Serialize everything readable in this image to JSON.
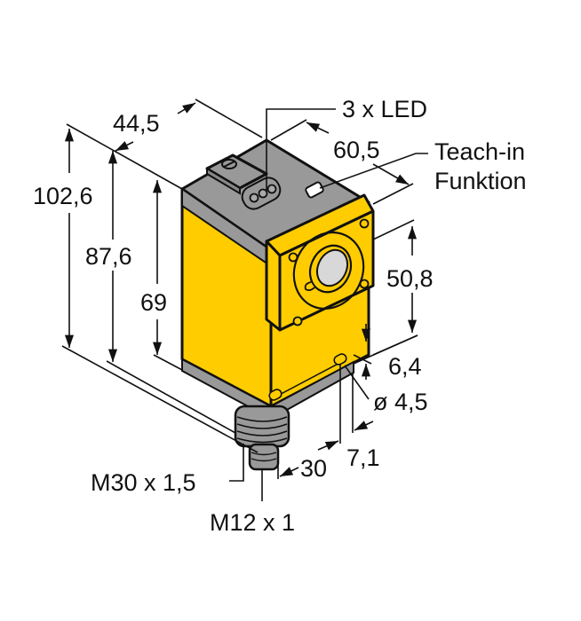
{
  "diagram": {
    "title": "Sensor dimension drawing",
    "colors": {
      "housing_yellow": "#FFCC00",
      "housing_gray": "#999999",
      "lens_gray": "#D8D8D8",
      "outline": "#111111",
      "background": "#FFFFFF"
    },
    "dimensions": {
      "width": "44,5",
      "total_height": "102,6",
      "height_87": "87,6",
      "height_69": "69",
      "depth": "60,5",
      "lens_height": "50,8",
      "hole_offset": "6,4",
      "hole_diameter": "ø 4,5",
      "hole_spacing": "7,1",
      "base_offset": "30"
    },
    "annotations": {
      "leds": "3 x LED",
      "teach_line1": "Teach-in",
      "teach_line2": "Funktion",
      "thread_large": "M30 x 1,5",
      "thread_small": "M12 x 1"
    }
  }
}
